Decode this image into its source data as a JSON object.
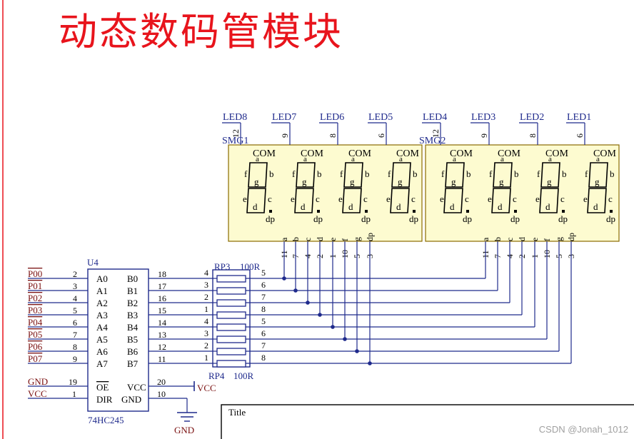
{
  "title": "动态数码管模块",
  "watermark": "CSDN @Jonah_1012",
  "display1": {
    "label": "SMG1",
    "leds": [
      {
        "name": "LED8",
        "pin": "12"
      },
      {
        "name": "LED7",
        "pin": "9"
      },
      {
        "name": "LED6",
        "pin": "8"
      },
      {
        "name": "LED5",
        "pin": "6"
      }
    ],
    "seg_pins": [
      {
        "seg": "a",
        "pin": "11"
      },
      {
        "seg": "b",
        "pin": "7"
      },
      {
        "seg": "c",
        "pin": "4"
      },
      {
        "seg": "d",
        "pin": "2"
      },
      {
        "seg": "e",
        "pin": "1"
      },
      {
        "seg": "f",
        "pin": "10"
      },
      {
        "seg": "g",
        "pin": "5"
      },
      {
        "seg": "dp",
        "pin": "3"
      }
    ]
  },
  "display2": {
    "label": "SMG2",
    "leds": [
      {
        "name": "LED4",
        "pin": "12"
      },
      {
        "name": "LED3",
        "pin": "9"
      },
      {
        "name": "LED2",
        "pin": "8"
      },
      {
        "name": "LED1",
        "pin": "6"
      }
    ],
    "seg_pins": [
      {
        "seg": "a",
        "pin": "11"
      },
      {
        "seg": "b",
        "pin": "7"
      },
      {
        "seg": "c",
        "pin": "4"
      },
      {
        "seg": "d",
        "pin": "2"
      },
      {
        "seg": "e",
        "pin": "1"
      },
      {
        "seg": "f",
        "pin": "10"
      },
      {
        "seg": "g",
        "pin": "5"
      },
      {
        "seg": "dp",
        "pin": "3"
      }
    ]
  },
  "digit_labels": {
    "com": "COM",
    "a": "a",
    "b": "b",
    "c": "c",
    "d": "d",
    "e": "e",
    "f": "f",
    "g": "g",
    "dp": "dp"
  },
  "chip": {
    "ref": "U4",
    "part": "74HC245",
    "left_pins": [
      {
        "net": "P00",
        "num": "2",
        "pin": "A0"
      },
      {
        "net": "P01",
        "num": "3",
        "pin": "A1"
      },
      {
        "net": "P02",
        "num": "4",
        "pin": "A2"
      },
      {
        "net": "P03",
        "num": "5",
        "pin": "A3"
      },
      {
        "net": "P04",
        "num": "6",
        "pin": "A4"
      },
      {
        "net": "P05",
        "num": "7",
        "pin": "A5"
      },
      {
        "net": "P06",
        "num": "8",
        "pin": "A6"
      },
      {
        "net": "P07",
        "num": "9",
        "pin": "A7"
      }
    ],
    "right_pins": [
      {
        "num": "18",
        "pin": "B0"
      },
      {
        "num": "17",
        "pin": "B1"
      },
      {
        "num": "16",
        "pin": "B2"
      },
      {
        "num": "15",
        "pin": "B3"
      },
      {
        "num": "14",
        "pin": "B4"
      },
      {
        "num": "13",
        "pin": "B5"
      },
      {
        "num": "12",
        "pin": "B6"
      },
      {
        "num": "11",
        "pin": "B7"
      }
    ],
    "oe": {
      "net": "GND",
      "num": "19",
      "pin": "OE"
    },
    "dir": {
      "net": "VCC",
      "num": "1",
      "pin": "DIR"
    },
    "vcc": {
      "num": "20",
      "pin": "VCC",
      "net": "VCC"
    },
    "gnd": {
      "num": "10",
      "pin": "GND",
      "net": "GND"
    }
  },
  "rp3": {
    "ref": "RP3",
    "value": "100R",
    "left": [
      "4",
      "3",
      "2",
      "1"
    ],
    "right": [
      "5",
      "6",
      "7",
      "8"
    ]
  },
  "rp4": {
    "ref": "RP4",
    "value": "100R",
    "left": [
      "4",
      "3",
      "2",
      "1"
    ],
    "right": [
      "5",
      "6",
      "7",
      "8"
    ]
  },
  "titleblock": {
    "label": "Title"
  }
}
